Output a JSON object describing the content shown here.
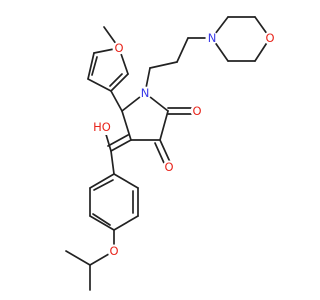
{
  "molecule": {
    "atoms": {
      "furan_o": {
        "symbol": "O",
        "color": "#e8251c"
      },
      "ring_n": {
        "symbol": "N",
        "color": "#3a3ae8"
      },
      "morph_n": {
        "symbol": "N",
        "color": "#3a3ae8"
      },
      "morph_o": {
        "symbol": "O",
        "color": "#e8251c"
      },
      "ketone_o1": {
        "symbol": "O",
        "color": "#e8251c"
      },
      "ketone_o2": {
        "symbol": "O",
        "color": "#e8251c"
      },
      "hydroxyl": {
        "symbol": "HO",
        "color": "#e8251c"
      },
      "ether_o": {
        "symbol": "O",
        "color": "#e8251c"
      }
    },
    "bond_color": "#222222"
  }
}
